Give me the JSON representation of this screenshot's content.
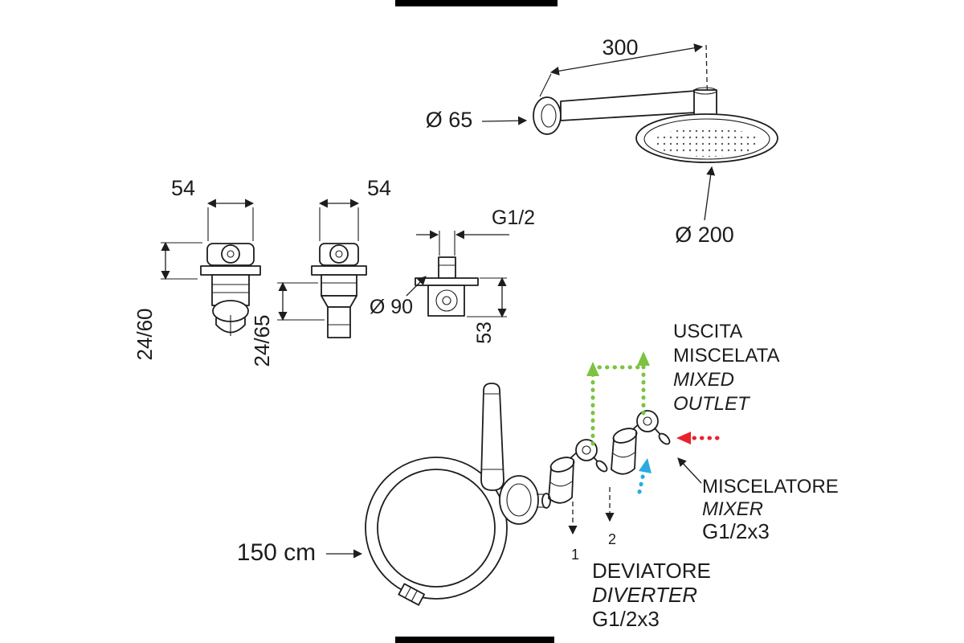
{
  "shower_head": {
    "arm_length": "300",
    "flange_diameter": "Ø 65",
    "head_diameter": "Ø 200"
  },
  "valve1": {
    "width": "54",
    "depth_range": "24/60"
  },
  "valve2": {
    "width": "54",
    "depth_range": "24/65"
  },
  "fitting": {
    "thread": "G1/2",
    "plate_diameter": "Ø 90",
    "depth": "53"
  },
  "hand_shower": {
    "hose_length": "150 cm"
  },
  "annotations": {
    "outlet_line1": "USCITA",
    "outlet_line2": "MISCELATA",
    "outlet_line3": "MIXED",
    "outlet_line4": "OUTLET",
    "mixer_line1": "MISCELATORE",
    "mixer_line2": "MIXER",
    "mixer_line3": "G1/2x3",
    "diverter_line1": "DEVIATORE",
    "diverter_line2": "DIVERTER",
    "diverter_line3": "G1/2x3",
    "port_1": "1",
    "port_2": "2"
  },
  "colors": {
    "line": "#1d1d1b",
    "green_arrow": "#7ec242",
    "red_arrow": "#e8222d",
    "blue_arrow": "#2aabe2"
  }
}
